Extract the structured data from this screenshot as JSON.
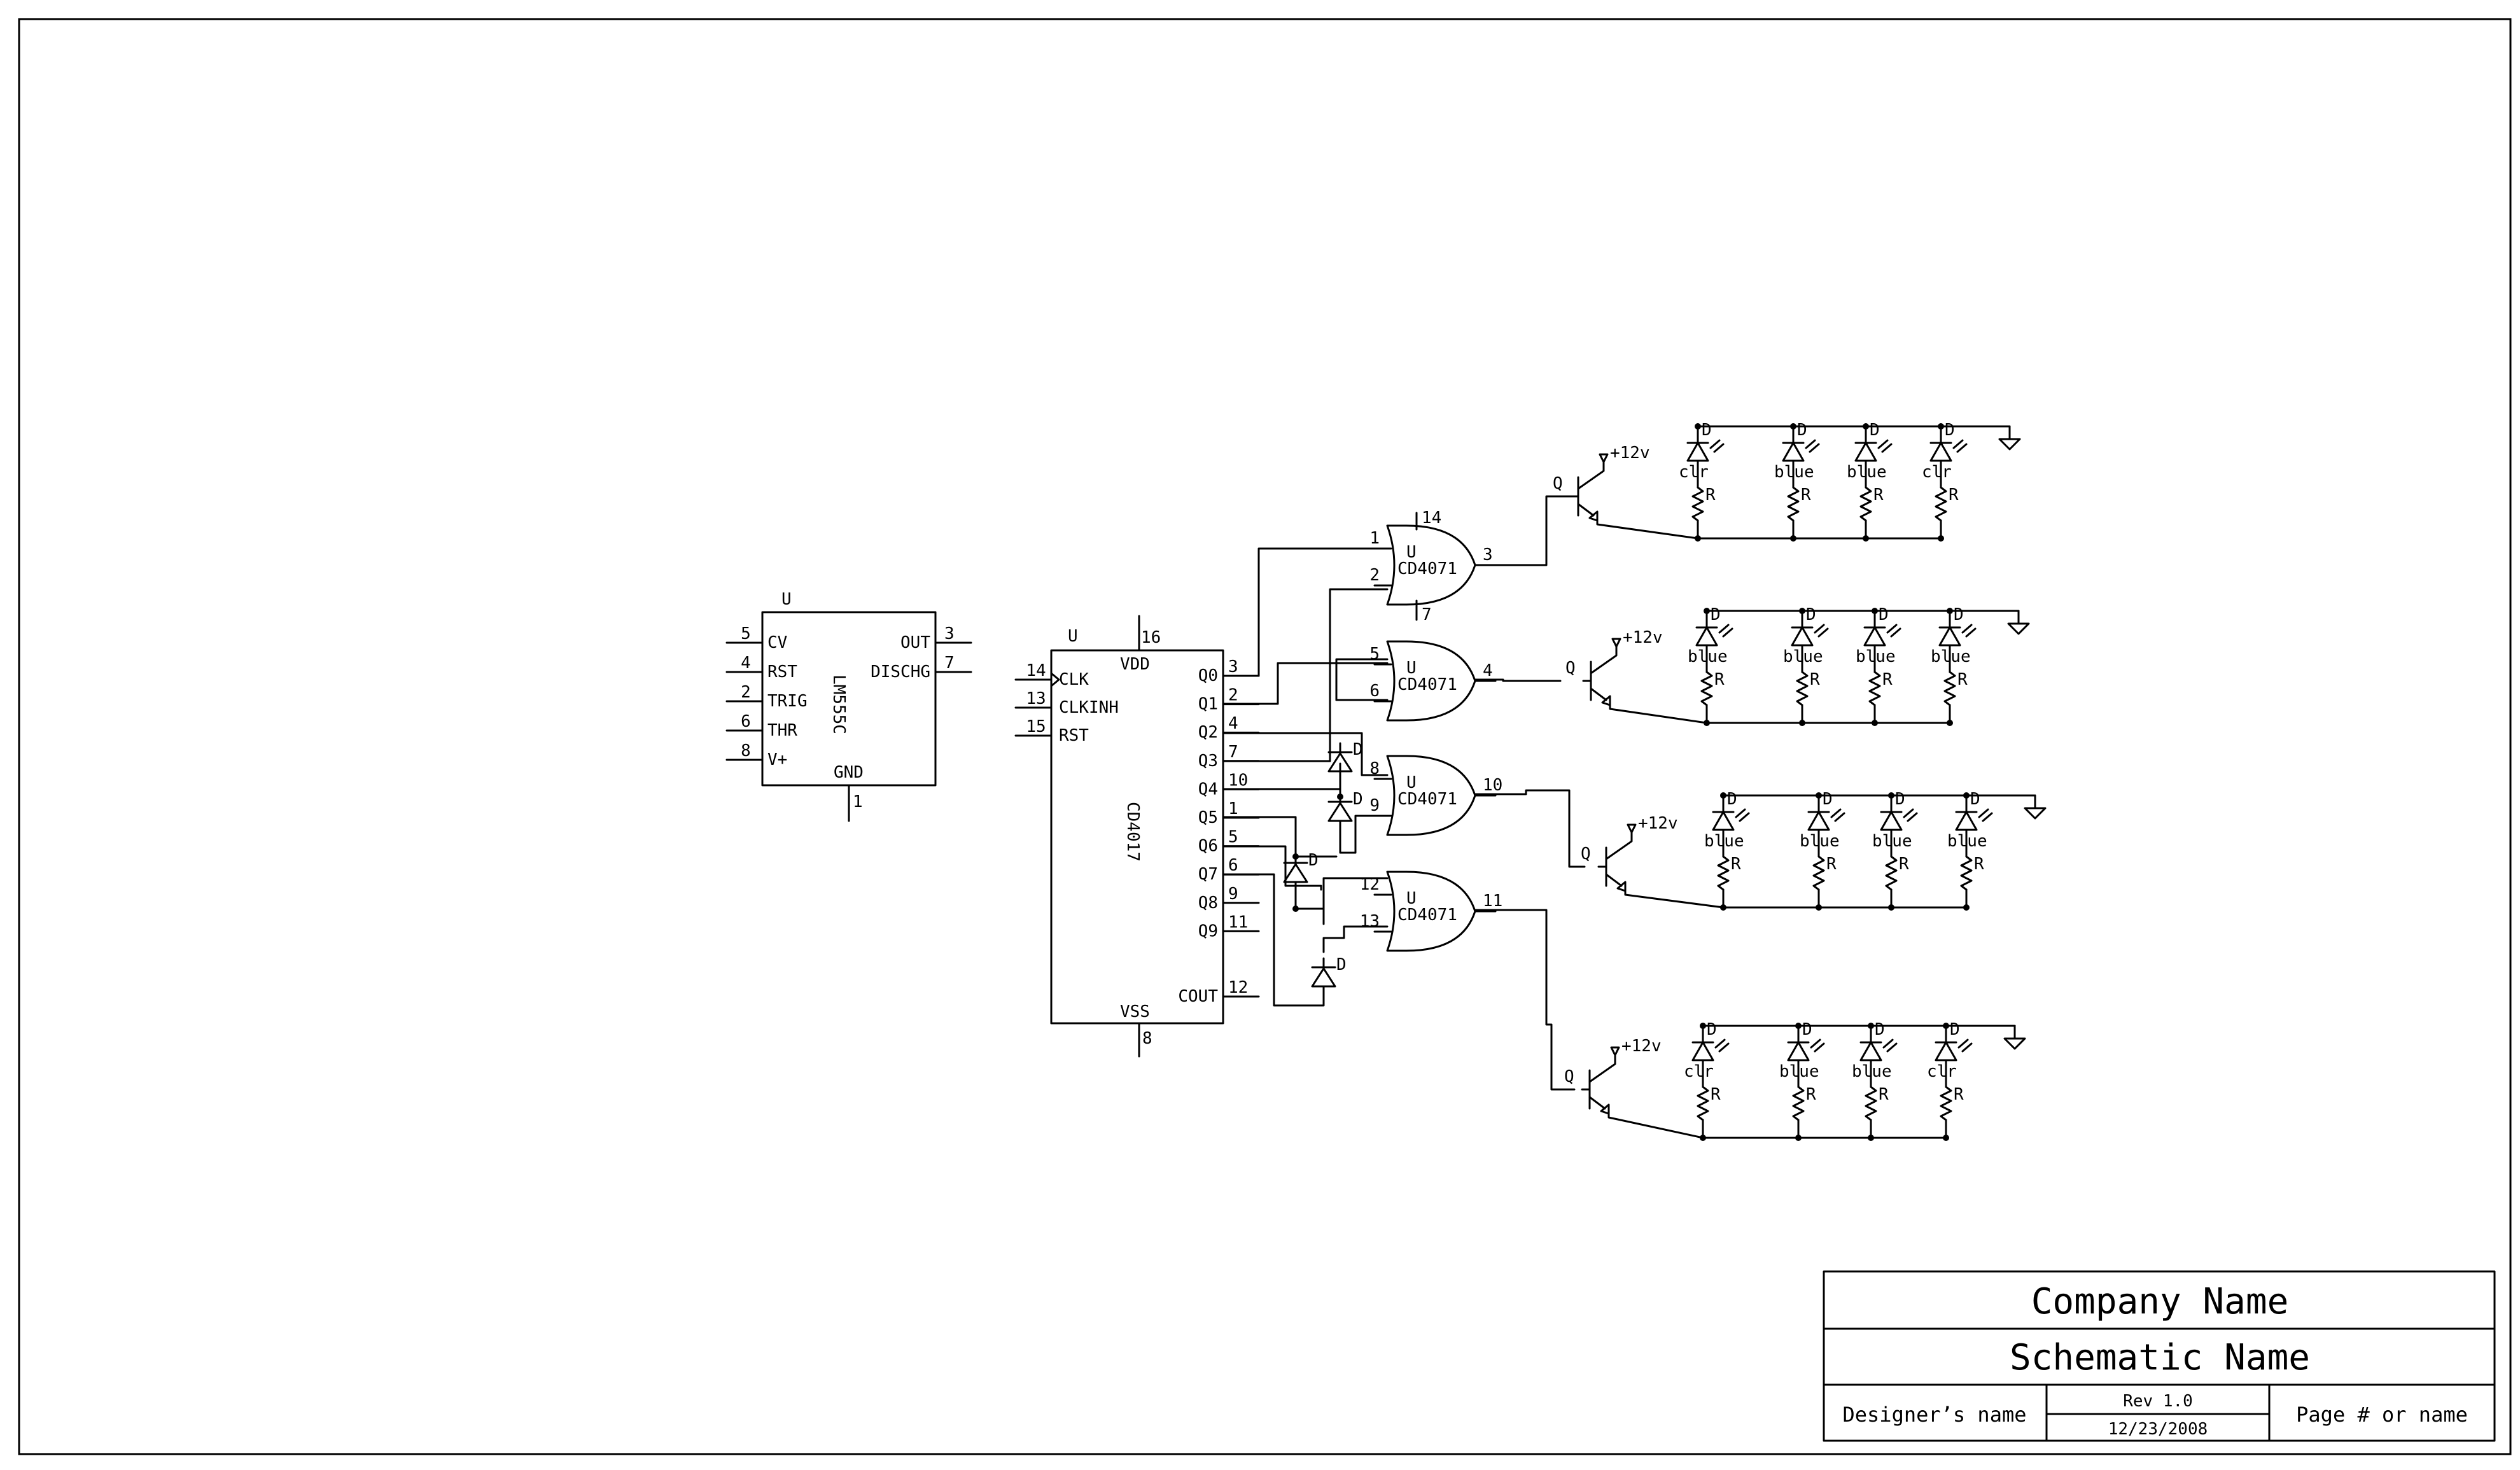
{
  "title_block": {
    "company": "Company Name",
    "schematic": "Schematic Name",
    "designer": "Designer’s name",
    "rev": "Rev 1.0",
    "date": "12/23/2008",
    "page": "Page # or name"
  },
  "lm555": {
    "ref": "U",
    "part": "LM555C",
    "pins_left": [
      {
        "num": "5",
        "label": "CV"
      },
      {
        "num": "4",
        "label": "RST"
      },
      {
        "num": "2",
        "label": "TRIG"
      },
      {
        "num": "6",
        "label": "THR"
      },
      {
        "num": "8",
        "label": "V+"
      }
    ],
    "pins_right": [
      {
        "num": "3",
        "label": "OUT"
      },
      {
        "num": "7",
        "label": "DISCHG"
      }
    ],
    "pin_bottom": {
      "num": "1",
      "label": "GND"
    }
  },
  "cd4017": {
    "ref": "U",
    "part": "CD4017",
    "pins_left": [
      {
        "num": "14",
        "label": "CLK"
      },
      {
        "num": "13",
        "label": "CLKINH"
      },
      {
        "num": "15",
        "label": "RST"
      }
    ],
    "pins_right": [
      {
        "num": "3",
        "label": "Q0"
      },
      {
        "num": "2",
        "label": "Q1"
      },
      {
        "num": "4",
        "label": "Q2"
      },
      {
        "num": "7",
        "label": "Q3"
      },
      {
        "num": "10",
        "label": "Q4"
      },
      {
        "num": "1",
        "label": "Q5"
      },
      {
        "num": "5",
        "label": "Q6"
      },
      {
        "num": "6",
        "label": "Q7"
      },
      {
        "num": "9",
        "label": "Q8"
      },
      {
        "num": "11",
        "label": "Q9"
      },
      {
        "num": "12",
        "label": "COUT"
      }
    ],
    "pin_top": {
      "num": "16",
      "label": "VDD"
    },
    "pin_bottom": {
      "num": "8",
      "label": "VSS"
    }
  },
  "or_gates": [
    {
      "ref": "U",
      "part": "CD4071",
      "in1": "1",
      "in2": "2",
      "out": "3",
      "vdd": "14",
      "vss": "7"
    },
    {
      "ref": "U",
      "part": "CD4071",
      "in1": "5",
      "in2": "6",
      "out": "4"
    },
    {
      "ref": "U",
      "part": "CD4071",
      "in1": "8",
      "in2": "9",
      "out": "10"
    },
    {
      "ref": "U",
      "part": "CD4071",
      "in1": "12",
      "in2": "13",
      "out": "11"
    }
  ],
  "diodes": [
    "D",
    "D",
    "D",
    "D"
  ],
  "supply_label": "+12v",
  "transistor_label": "Q",
  "led_label": "D",
  "resistor_label": "R",
  "led_rows": [
    [
      "clr",
      "blue",
      "blue",
      "clr"
    ],
    [
      "blue",
      "blue",
      "blue",
      "blue"
    ],
    [
      "blue",
      "blue",
      "blue",
      "blue"
    ],
    [
      "clr",
      "blue",
      "blue",
      "clr"
    ]
  ]
}
